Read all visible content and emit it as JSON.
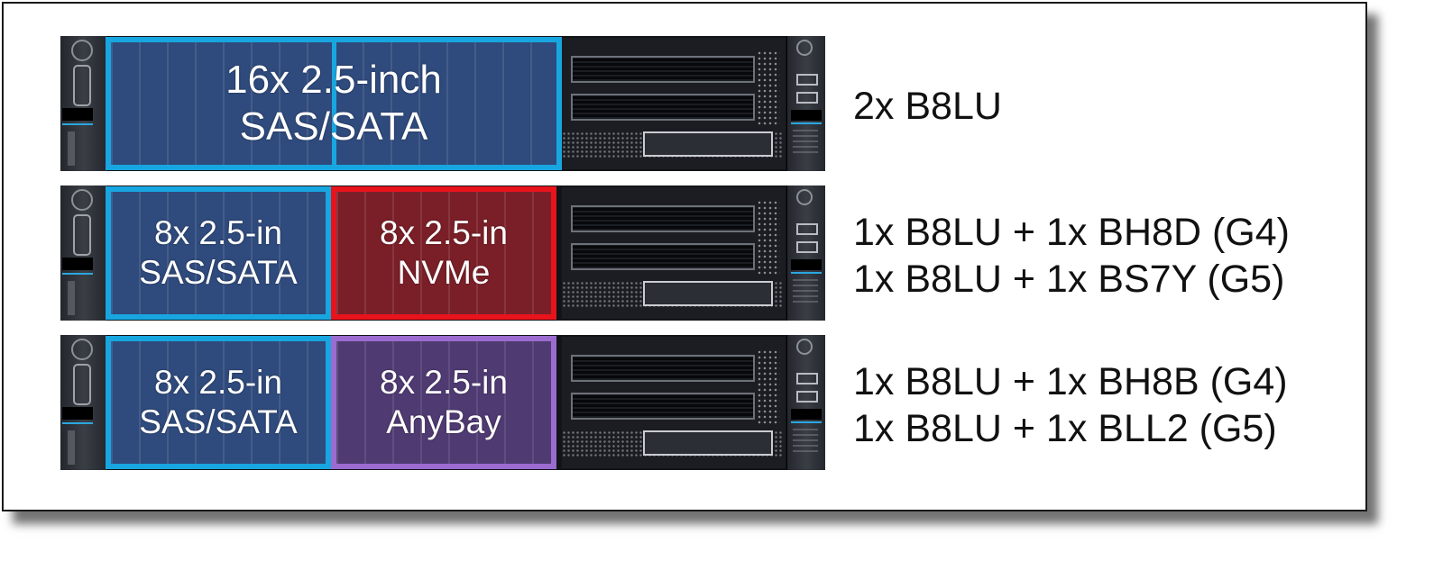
{
  "rows": [
    {
      "zones": [
        {
          "line1": "16x 2.5-inch",
          "line2": "SAS/SATA"
        }
      ],
      "captions": [
        "2x B8LU"
      ]
    },
    {
      "zones": [
        {
          "line1": "8x 2.5-in",
          "line2": "SAS/SATA"
        },
        {
          "line1": "8x 2.5-in",
          "line2": "NVMe"
        }
      ],
      "captions": [
        "1x B8LU + 1x BH8D (G4)",
        "1x B8LU + 1x BS7Y (G5)"
      ]
    },
    {
      "zones": [
        {
          "line1": "8x 2.5-in",
          "line2": "SAS/SATA"
        },
        {
          "line1": "8x 2.5-in",
          "line2": "AnyBay"
        }
      ],
      "captions": [
        "1x B8LU + 1x BH8B (G4)",
        "1x B8LU + 1x BLL2 (G5)"
      ]
    }
  ],
  "colors": {
    "sas_sata_border": "#18a6e0",
    "nvme_border": "#e8131b",
    "anybay_border": "#9b6bd0"
  }
}
